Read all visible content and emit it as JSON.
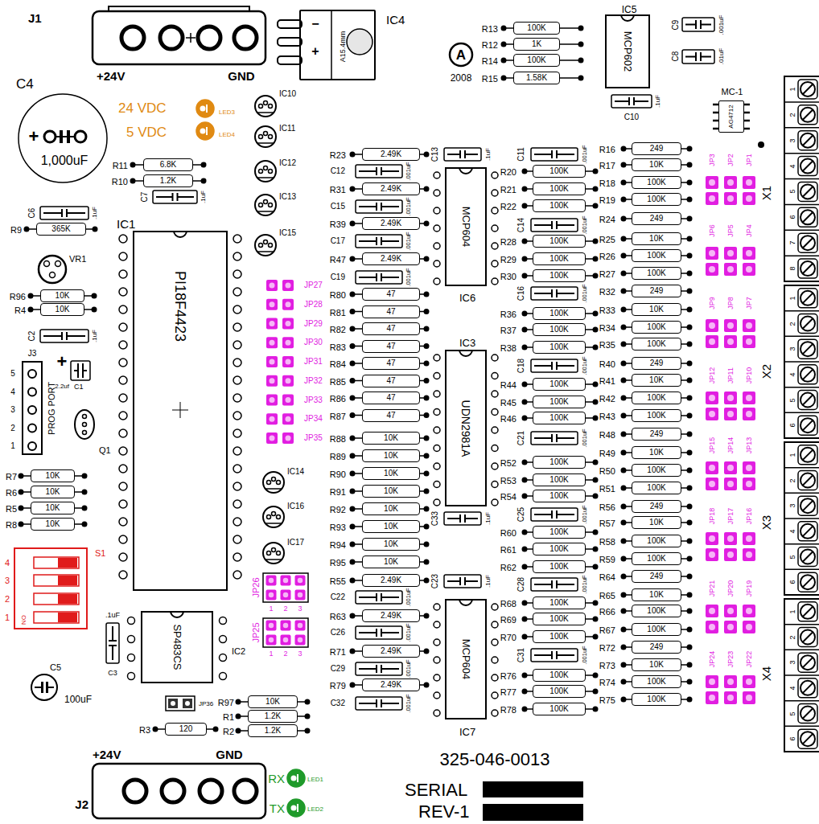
{
  "diagram": {
    "nodes": [
      {
        "text": [
          "−",
          "+",
          "A15.4mm",
          "IC4"
        ]
      },
      {
        "text": [
          "R13",
          "100K"
        ]
      },
      {
        "text": [
          "R12",
          "1K"
        ]
      },
      {
        "text": [
          "R14",
          "100K"
        ]
      },
      {
        "text": [
          "R15",
          "1.58K"
        ]
      },
      {
        "text": [
          "MCP602",
          "IC5"
        ]
      },
      {
        "text": [
          "AG4712",
          "MC-1"
        ]
      },
      {
        "text": [
          "R11",
          "6.8K"
        ]
      },
      {
        "text": [
          "R10",
          "1.2K"
        ]
      },
      {
        "text": [
          "R9",
          "365K"
        ]
      },
      {
        "text": [
          "PI18F4423",
          "IC1"
        ]
      },
      {
        "text": [
          "R96",
          "10K"
        ]
      },
      {
        "text": [
          "R4",
          "10K"
        ]
      },
      {
        "text": [
          "R7",
          "10K"
        ]
      },
      {
        "text": [
          "R6",
          "10K"
        ]
      },
      {
        "text": [
          "R5",
          "10K"
        ]
      },
      {
        "text": [
          "R8",
          "10K"
        ]
      },
      {
        "text": [
          "SP483CS",
          "IC2"
        ]
      },
      {
        "text": [
          "R97",
          "10K"
        ]
      },
      {
        "text": [
          "R1",
          "1.2K"
        ]
      },
      {
        "text": [
          "R2",
          "1.2K"
        ]
      },
      {
        "text": [
          "R3",
          "120"
        ]
      },
      {
        "text": [
          "R23",
          "2.49K"
        ]
      },
      {
        "text": [
          "R31",
          "2.49K"
        ]
      },
      {
        "text": [
          "R39",
          "2.49K"
        ]
      },
      {
        "text": [
          "R47",
          "2.49K"
        ]
      },
      {
        "text": [
          "R80",
          "47"
        ]
      },
      {
        "text": [
          "R81",
          "47"
        ]
      },
      {
        "text": [
          "R82",
          "47"
        ]
      },
      {
        "text": [
          "R83",
          "47"
        ]
      },
      {
        "text": [
          "R84",
          "47"
        ]
      },
      {
        "text": [
          "R85",
          "47"
        ]
      },
      {
        "text": [
          "R86",
          "47"
        ]
      },
      {
        "text": [
          "R87",
          "47"
        ]
      },
      {
        "text": [
          "R88",
          "10K"
        ]
      },
      {
        "text": [
          "R89",
          "10K"
        ]
      },
      {
        "text": [
          "R90",
          "10K"
        ]
      },
      {
        "text": [
          "R91",
          "10K"
        ]
      },
      {
        "text": [
          "R92",
          "10K"
        ]
      },
      {
        "text": [
          "R93",
          "10K"
        ]
      },
      {
        "text": [
          "R94",
          "10K"
        ]
      },
      {
        "text": [
          "R95",
          "10K"
        ]
      },
      {
        "text": [
          "R55",
          "2.49K"
        ]
      },
      {
        "text": [
          "R63",
          "2.49K"
        ]
      },
      {
        "text": [
          "R71",
          "2.49K"
        ]
      },
      {
        "text": [
          "R79",
          "2.49K"
        ]
      },
      {
        "text": [
          "MCP604",
          "IC6"
        ]
      },
      {
        "text": [
          "UDN2981A",
          "IC3"
        ]
      },
      {
        "text": [
          "MCP604",
          "IC7"
        ]
      },
      {
        "text": [
          "R20",
          "100K"
        ]
      },
      {
        "text": [
          "R21",
          "100K"
        ]
      },
      {
        "text": [
          "R22",
          "100K"
        ]
      },
      {
        "text": [
          "R28",
          "100K"
        ]
      },
      {
        "text": [
          "R29",
          "100K"
        ]
      },
      {
        "text": [
          "R30",
          "100K"
        ]
      },
      {
        "text": [
          "R36",
          "100K"
        ]
      },
      {
        "text": [
          "R37",
          "100K"
        ]
      },
      {
        "text": [
          "R38",
          "100K"
        ]
      },
      {
        "text": [
          "R44",
          "100K"
        ]
      },
      {
        "text": [
          "R45",
          "100K"
        ]
      },
      {
        "text": [
          "R46",
          "100K"
        ]
      },
      {
        "text": [
          "R52",
          "100K"
        ]
      },
      {
        "text": [
          "R53",
          "100K"
        ]
      },
      {
        "text": [
          "R54",
          "100K"
        ]
      },
      {
        "text": [
          "R60",
          "100K"
        ]
      },
      {
        "text": [
          "R61",
          "100K"
        ]
      },
      {
        "text": [
          "R62",
          "100K"
        ]
      },
      {
        "text": [
          "R68",
          "100K"
        ]
      },
      {
        "text": [
          "R69",
          "100K"
        ]
      },
      {
        "text": [
          "R70",
          "100K"
        ]
      },
      {
        "text": [
          "R76",
          "100K"
        ]
      },
      {
        "text": [
          "R77",
          "100K"
        ]
      },
      {
        "text": [
          "R78",
          "100K"
        ]
      },
      {
        "text": [
          "R16",
          "249"
        ]
      },
      {
        "text": [
          "R17",
          "10K"
        ]
      },
      {
        "text": [
          "R18",
          "100K"
        ]
      },
      {
        "text": [
          "R19",
          "100K"
        ]
      },
      {
        "text": [
          "R24",
          "249"
        ]
      },
      {
        "text": [
          "R25",
          "10K"
        ]
      },
      {
        "text": [
          "R26",
          "100K"
        ]
      },
      {
        "text": [
          "R27",
          "100K"
        ]
      },
      {
        "text": [
          "R32",
          "249"
        ]
      },
      {
        "text": [
          "R33",
          "10K"
        ]
      },
      {
        "text": [
          "R34",
          "100K"
        ]
      },
      {
        "text": [
          "R35",
          "100K"
        ]
      },
      {
        "text": [
          "R40",
          "249"
        ]
      },
      {
        "text": [
          "R41",
          "10K"
        ]
      },
      {
        "text": [
          "R42",
          "100K"
        ]
      },
      {
        "text": [
          "R43",
          "100K"
        ]
      },
      {
        "text": [
          "R48",
          "249"
        ]
      },
      {
        "text": [
          "R49",
          "10K"
        ]
      },
      {
        "text": [
          "R50",
          "100K"
        ]
      },
      {
        "text": [
          "R51",
          "100K"
        ]
      },
      {
        "text": [
          "R56",
          "249"
        ]
      },
      {
        "text": [
          "R57",
          "10K"
        ]
      },
      {
        "text": [
          "R58",
          "100K"
        ]
      },
      {
        "text": [
          "R59",
          "100K"
        ]
      },
      {
        "text": [
          "R64",
          "249"
        ]
      },
      {
        "text": [
          "R65",
          "10K"
        ]
      },
      {
        "text": [
          "R66",
          "100K"
        ]
      },
      {
        "text": [
          "R67",
          "100K"
        ]
      },
      {
        "text": [
          "R72",
          "249"
        ]
      },
      {
        "text": [
          "R73",
          "10K"
        ]
      },
      {
        "text": [
          "R74",
          "100K"
        ]
      },
      {
        "text": [
          "R75",
          "100K"
        ]
      }
    ],
    "labels": [
      "J1",
      "+24V",
      "GND",
      "A",
      "2008",
      "C9",
      ".001uF",
      "C8",
      ".01uF",
      "C10",
      ".1uF",
      "C4",
      "+",
      "1,000uF",
      "24 VDC",
      "5 VDC",
      "LED3",
      "LED4",
      "IC10",
      "IC11",
      "IC12",
      "IC13",
      "IC15",
      "C7",
      ".1uF",
      "C6",
      ".1uF",
      "VR1",
      "C2",
      ".1uF",
      "J3",
      "5",
      "4",
      "3",
      "2",
      "1",
      "PROG PORT",
      "+",
      "2.2uf",
      "C1",
      "Q1",
      "4",
      "3",
      "2",
      "1",
      "S1",
      "ON",
      ".1uF",
      "C3",
      "C5",
      "100uF",
      "JP36",
      "JP27",
      "JP28",
      "JP29",
      "JP30",
      "JP31",
      "JP32",
      "JP33",
      "JP34",
      "JP35",
      "IC14",
      "IC16",
      "IC17",
      "JP26",
      "1",
      "2",
      "3",
      "JP25",
      "1",
      "2",
      "3",
      "J2",
      "+24V",
      "GND",
      "RX",
      "LED1",
      "TX",
      "LED2",
      "325-046-0013",
      "SERIAL",
      "REV-1",
      "C13",
      ".1uF",
      "C12",
      ".001uF",
      "C15",
      ".001uF",
      "C17",
      ".001uF",
      "C19",
      ".001uF",
      "C33",
      ".1uF",
      "C23",
      ".1uF",
      "C22",
      ".001uF",
      "C26",
      ".001uF",
      "C29",
      ".001uF",
      "C32",
      ".001uF",
      "C11",
      ".001uF",
      "C14",
      ".001uF",
      "C16",
      ".001uF",
      "C18",
      ".001uF",
      "C21",
      ".001uF",
      "C25",
      ".001uF",
      "C28",
      ".001uF",
      "C31",
      ".001uF",
      "JP3",
      "JP2",
      "JP1",
      "JP6",
      "JP5",
      "JP4",
      "JP9",
      "JP8",
      "JP7",
      "JP12",
      "JP11",
      "JP10",
      "JP15",
      "JP14",
      "JP13",
      "JP18",
      "JP17",
      "JP16",
      "JP21",
      "JP20",
      "JP19",
      "JP24",
      "JP23",
      "JP22",
      "1",
      "2",
      "3",
      "4",
      "5",
      "6",
      "7",
      "8",
      "1",
      "2",
      "3",
      "4",
      "5",
      "6",
      "1",
      "2",
      "3",
      "4",
      "5",
      "6",
      "1",
      "2",
      "3",
      "4",
      "5",
      "6",
      "X1",
      "X2",
      "X3",
      "X4"
    ]
  }
}
